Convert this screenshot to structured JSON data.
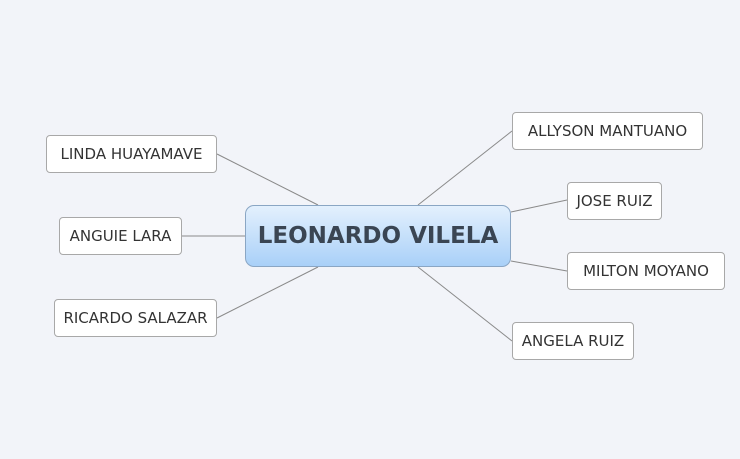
{
  "central": "LEONARDO VILELA",
  "left": [
    "LINDA HUAYAMAVE",
    "ANGUIE LARA",
    "RICARDO SALAZAR"
  ],
  "right": [
    "ALLYSON MANTUANO",
    "JOSE RUIZ",
    "MILTON MOYANO",
    "ANGELA RUIZ"
  ]
}
